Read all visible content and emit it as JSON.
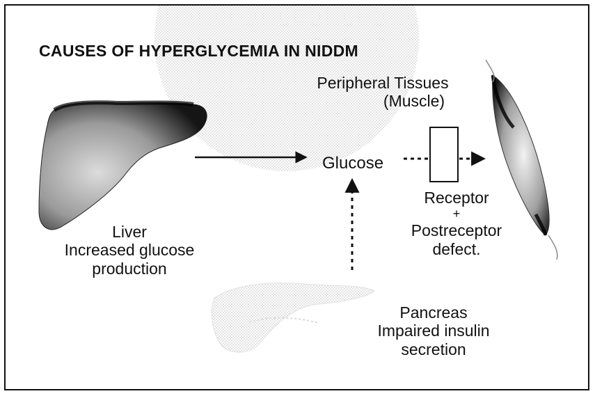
{
  "title": "CAUSES OF HYPERGLYCEMIA IN NIDDM",
  "peripheral": {
    "line1": "Peripheral Tissues",
    "line2": "(Muscle)"
  },
  "center": "Glucose",
  "liver": {
    "line1": "Liver",
    "line2": "Increased glucose",
    "line3": "production"
  },
  "receptor": {
    "line1": "Receptor",
    "line2": "+",
    "line3": "Postreceptor",
    "line4": "defect."
  },
  "pancreas": {
    "line1": "Pancreas",
    "line2": "Impaired insulin",
    "line3": "secretion"
  },
  "icons": {
    "liver": "liver-illustration",
    "muscle": "muscle-illustration",
    "pancreas": "pancreas-illustration"
  },
  "colors": {
    "ink": "#111111",
    "halftone": "#bdbdbd"
  }
}
